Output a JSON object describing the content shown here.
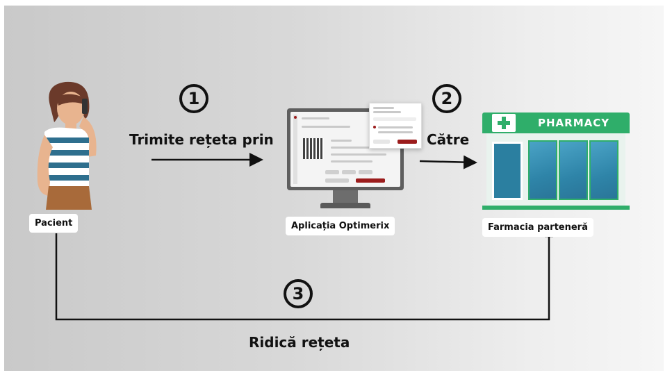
{
  "steps": {
    "one": "1",
    "two": "2",
    "three": "3"
  },
  "labels": {
    "send": "Trimite rețeta prin",
    "to": "Către",
    "pickup": "Ridică rețeta"
  },
  "nodes": {
    "patient": "Pacient",
    "app": "Aplicația Optimerix",
    "pharmacy": "Farmacia parteneră"
  },
  "pharmacy_sign": "PHARMACY",
  "colors": {
    "pharmacy_green": "#2fae6a",
    "app_accent": "#9b1c1c",
    "line": "#111111"
  },
  "icons": {
    "patient": "woman-on-phone-icon",
    "app": "desktop-monitor-icon",
    "pharmacy": "pharmacy-building-icon",
    "cross": "medical-cross-icon"
  }
}
